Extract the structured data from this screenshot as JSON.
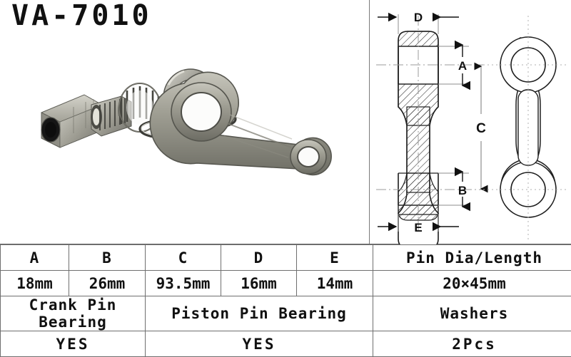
{
  "part": {
    "code": "VA-7010"
  },
  "drawing": {
    "labels": {
      "top_width": "D",
      "top_height": "A",
      "center_distance": "C",
      "bottom_height": "B",
      "bottom_width": "E"
    }
  },
  "photo": {
    "items": [
      "crank-pin",
      "needle-bearing-small",
      "needle-bearing-large",
      "washer-left",
      "washer-right",
      "connecting-rod"
    ]
  },
  "table": {
    "dim_headers": [
      "A",
      "B",
      "C",
      "D",
      "E"
    ],
    "dim_values": [
      "18mm",
      "26mm",
      "93.5mm",
      "16mm",
      "14mm"
    ],
    "pin_header": "Pin Dia/Length",
    "pin_value": "20×45mm",
    "bearing_left_label": "Crank Pin Bearing",
    "bearing_left_value": "YES",
    "bearing_right_label": "Piston Pin Bearing",
    "bearing_right_value": "YES",
    "washers_label": "Washers",
    "washers_value": "2Pcs"
  },
  "colors": {
    "ink": "#111111",
    "rule": "#6f6f6f",
    "metal_light": "#c9c8c0",
    "metal_mid": "#9a9a90",
    "metal_dark": "#6e6e66"
  }
}
